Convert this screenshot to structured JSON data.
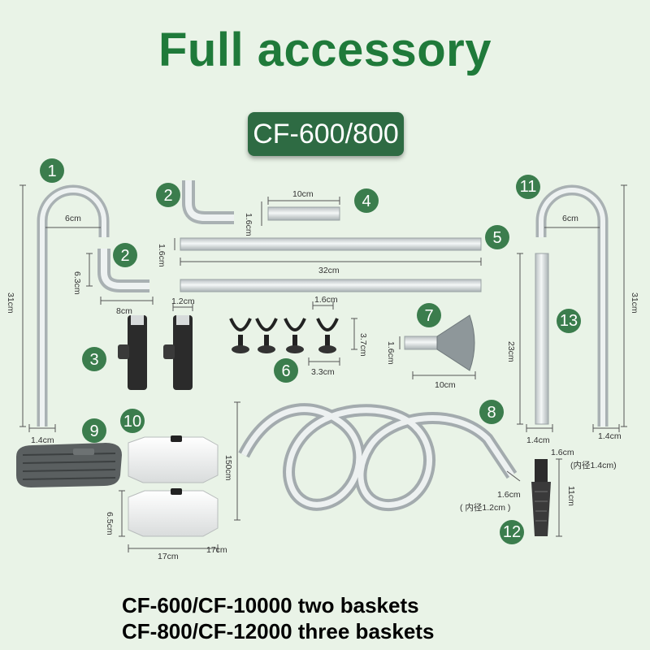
{
  "title": "Full accessory",
  "model": "CF-600/800",
  "badge_color": "#2e6b43",
  "title_color": "#1f7a3a",
  "number_circle_color": "#3b7d4d",
  "parts": [
    {
      "num": "1",
      "icon": "j-intake-tube-icon"
    },
    {
      "num": "2",
      "icon": "elbow-connector-icon"
    },
    {
      "num": "2",
      "icon": "elbow-connector-icon"
    },
    {
      "num": "3",
      "icon": "valve-icon"
    },
    {
      "num": "4",
      "icon": "short-tube-icon"
    },
    {
      "num": "5",
      "icon": "straight-tube-icon"
    },
    {
      "num": "6",
      "icon": "suction-clip-icon"
    },
    {
      "num": "7",
      "icon": "outlet-funnel-icon"
    },
    {
      "num": "8",
      "icon": "hose-icon"
    },
    {
      "num": "9",
      "icon": "sponge-plate-icon"
    },
    {
      "num": "10",
      "icon": "filter-basket-icon"
    },
    {
      "num": "11",
      "icon": "j-outlet-tube-icon"
    },
    {
      "num": "12",
      "icon": "strainer-icon"
    },
    {
      "num": "13",
      "icon": "straight-tube-icon"
    }
  ],
  "dims": {
    "d6cm_left": "6cm",
    "d31cm_left": "31cm",
    "d1_4cm_left": "1.4cm",
    "d6_3cm": "6.3cm",
    "d8cm": "8cm",
    "d10cm": "10cm",
    "d1_6cm_tube4": "1.6cm",
    "d1_6cm_tube5": "1.6cm",
    "d32cm": "32cm",
    "d1_2cm": "1.2cm",
    "d1_6cm_clip": "1.6cm",
    "d3_7cm": "3.7cm",
    "d3_3cm": "3.3cm",
    "d1_6cm_funnel": "1.6cm",
    "d10cm_funnel": "10cm",
    "d150cm": "150cm",
    "d1_6cm_hose": "1.6cm",
    "d_inner_1_2": "( 内径1.2cm )",
    "d6_5cm": "6.5cm",
    "d17cm_a": "17cm",
    "d17cm_b": "17cm",
    "d6cm_right": "6cm",
    "d31cm_right": "31cm",
    "d23cm": "23cm",
    "d1_4cm_r13": "1.4cm",
    "d1_4cm_r11": "1.4cm",
    "d1_6cm_strainer": "1.6cm",
    "d_inner_1_4": "(内径1.4cm)",
    "d11cm": "11cm"
  },
  "footer": {
    "line1": "CF-600/CF-10000 two baskets",
    "line2": "CF-800/CF-12000 three baskets"
  }
}
